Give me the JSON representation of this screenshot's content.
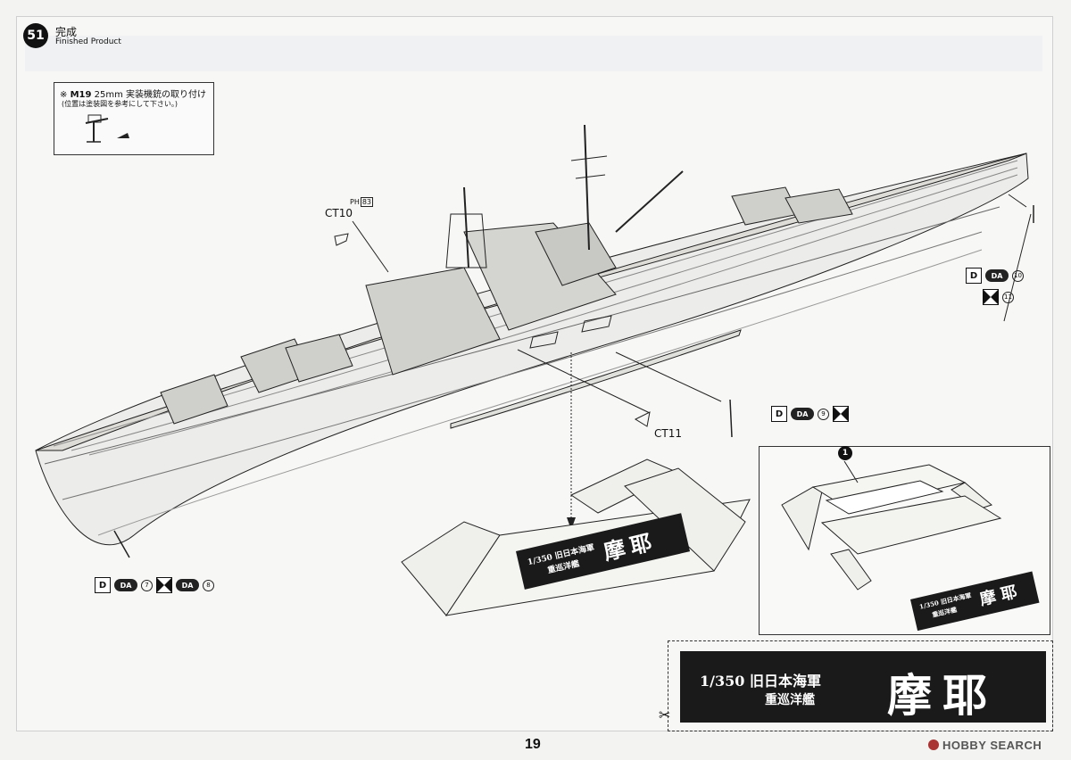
{
  "step": {
    "number": "51",
    "title_jp": "完成",
    "title_en": "Finished Product"
  },
  "note": {
    "mark": "※",
    "part": "M19",
    "size": "25mm",
    "text": "実装機銃の取り付け",
    "sub": "(位置は塗装図を参考にして下さい。)"
  },
  "labels": {
    "ct10": "CT10",
    "ct11": "CT11",
    "ph": "P",
    "ph_sub": "H",
    "ph_num": "83",
    "inset_num": "1"
  },
  "decals": {
    "d": "D",
    "da": "DA",
    "n7": "7",
    "n8": "8",
    "n9": "9",
    "n10": "10",
    "n11": "11"
  },
  "nameplate": {
    "scale_line": "1/350 旧日本海軍",
    "type_line": "重巡洋艦",
    "ship_name": "摩耶"
  },
  "page_number": "19",
  "watermark": "HOBBY SEARCH",
  "colors": {
    "ink": "#111111",
    "plate": "#1a1a1a",
    "paper": "#f7f7f5"
  }
}
